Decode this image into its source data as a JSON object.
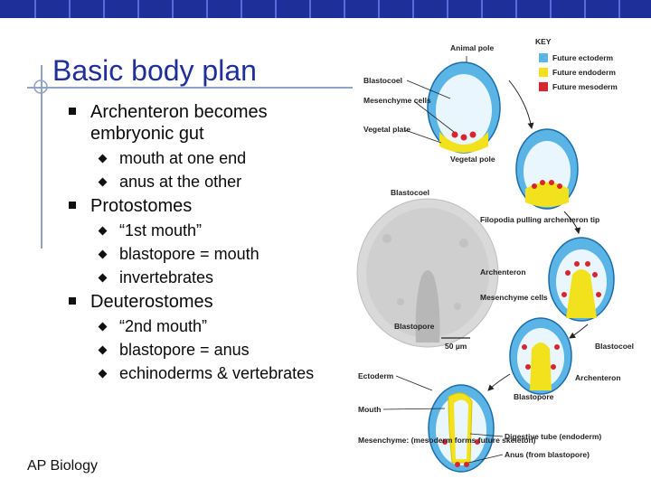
{
  "slide": {
    "title": "Basic body plan",
    "footer": "AP Biology",
    "bullets": [
      {
        "text": "Archenteron becomes embryonic gut",
        "sub": [
          "mouth at one end",
          "anus at the other"
        ]
      },
      {
        "text": "Protostomes",
        "sub": [
          "“1st mouth”",
          "blastopore = mouth",
          "invertebrates"
        ]
      },
      {
        "text": "Deuterostomes",
        "sub": [
          "“2nd mouth”",
          "blastopore = anus",
          "echinoderms & vertebrates"
        ]
      }
    ]
  },
  "diagram": {
    "key_title": "KEY",
    "key": [
      {
        "label": "Future ectoderm",
        "color": "#5ab4e6"
      },
      {
        "label": "Future endoderm",
        "color": "#f2e21d"
      },
      {
        "label": "Future mesoderm",
        "color": "#d7262d"
      }
    ],
    "labels": {
      "animal_pole": "Animal pole",
      "blastocoel": "Blastocoel",
      "mesenchyme_cells": "Mesenchyme cells",
      "vegetal_plate": "Vegetal plate",
      "vegetal_pole": "Vegetal pole",
      "blastocoel_photo": "Blastocoel",
      "filopodia": "Filopodia pulling archenteron tip",
      "archenteron": "Archenteron",
      "mesenchyme_cells_2": "Mesenchyme cells",
      "blastopore": "Blastopore",
      "scale": "50 µm",
      "blastocoel_right": "Blastocoel",
      "archenteron_right": "Archenteron",
      "blastopore_right": "Blastopore",
      "ectoderm": "Ectoderm",
      "mouth": "Mouth",
      "mesenchyme_mesoderm": "Mesenchyme: (mesoderm forms future skeleton)",
      "digestive_tube": "Digestive tube (endoderm)",
      "anus": "Anus (from blastopore)"
    }
  }
}
